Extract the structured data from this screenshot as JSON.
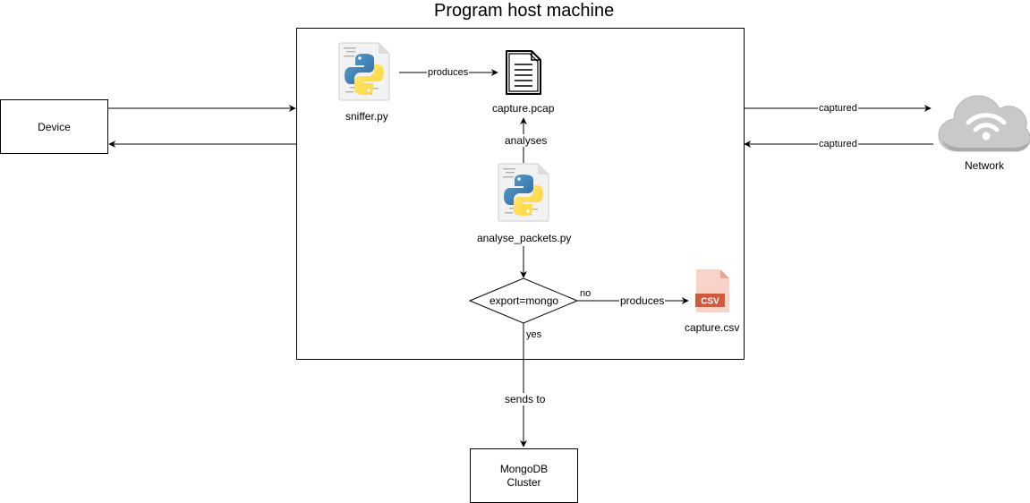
{
  "diagram": {
    "host_title": "Program host machine",
    "device_label": "Device",
    "network_label": "Network",
    "sniffer_label": "sniffer.py",
    "pcap_label": "capture.pcap",
    "analyse_label": "analyse_packets.py",
    "decision_label": "export=mongo",
    "csv_label": "capture.csv",
    "csv_badge": "CSV",
    "mongodb_line1": "MongoDB",
    "mongodb_line2": "Cluster",
    "edges": {
      "produces_pcap": "produces",
      "analyses": "analyses",
      "no_branch": "no",
      "produces_csv": "produces",
      "yes_branch": "yes",
      "sends_to": "sends to",
      "captured_out": "captured",
      "captured_in": "captured"
    },
    "colors": {
      "stroke": "#000000",
      "cloud": "#c8c8c8",
      "cloud_dark": "#a6a6a6",
      "csv_accent": "#d04f3a",
      "csv_page": "#f6c9bf",
      "python_blue": "#3b6fa5",
      "python_yellow": "#f5d04a"
    }
  }
}
